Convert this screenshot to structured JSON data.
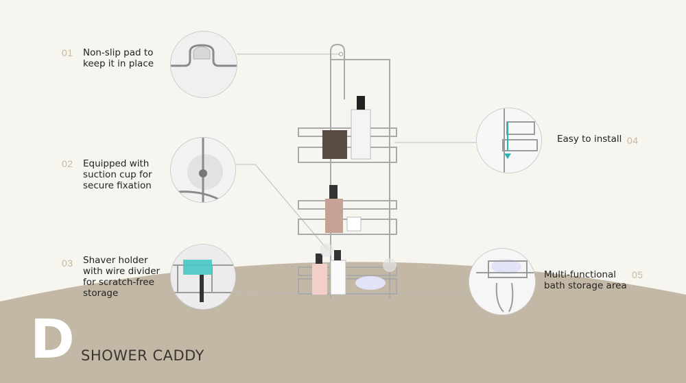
{
  "brand": {
    "letter": "D",
    "title": "SHOWER CADDY"
  },
  "callouts": [
    {
      "num": "01",
      "lines": [
        "Non-slip pad to",
        "keep it in place"
      ]
    },
    {
      "num": "02",
      "lines": [
        "Equipped with",
        "suction cup for",
        "secure fixation"
      ]
    },
    {
      "num": "03",
      "lines": [
        "Shaver holder",
        "with wire divider",
        "for scratch-free",
        "storage"
      ]
    },
    {
      "num": "04",
      "lines": [
        "Easy to install"
      ]
    },
    {
      "num": "05",
      "lines": [
        "Multi-functional",
        "bath storage area"
      ]
    }
  ],
  "icons": {
    "pad": "non-slip-pad-icon",
    "suction": "suction-cup-icon",
    "shaver": "shaver-holder-icon",
    "install": "install-arrow-icon",
    "storage": "storage-basket-icon"
  },
  "colors": {
    "background": "#f7f5f0",
    "band": "#c3b8a6",
    "accent_number": "#c9b79e",
    "metal": "#a9a9a9",
    "install_arrow": "#2ab5b0",
    "shaver_teal": "#49c9c5"
  }
}
